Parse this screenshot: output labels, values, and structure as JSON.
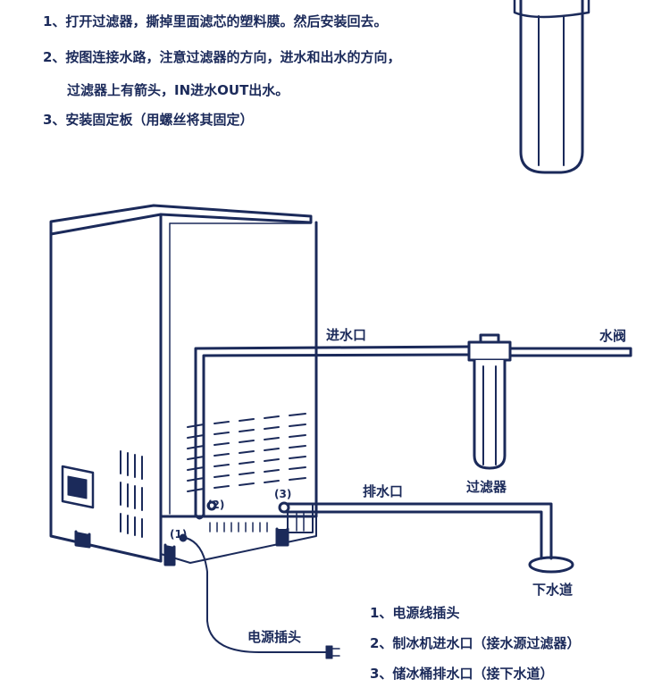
{
  "instructions": [
    "1、打开过滤器，撕掉里面滤芯的塑料膜。然后安装回去。",
    "2、按图连接水路，注意过滤器的方向，进水和出水的方向，",
    "过滤器上有箭头，IN进水OUT出水。",
    "3、安装固定板（用螺丝将其固定）"
  ],
  "diagram_labels": {
    "inlet": "进水口",
    "valve": "水阀",
    "filter": "过滤器",
    "drain": "排水口",
    "floor_drain": "下水道",
    "power_plug": "电源插头",
    "marker_1": "(1)",
    "marker_2": "(2)",
    "marker_3": "(3)"
  },
  "legend": [
    "1、电源线插头",
    "2、制冰机进水口（接水源过滤器）",
    "3、储冰桶排水口（接下水道）"
  ],
  "colors": {
    "line": "#1b2a5a",
    "text": "#1b2a5a",
    "background": "#ffffff"
  }
}
